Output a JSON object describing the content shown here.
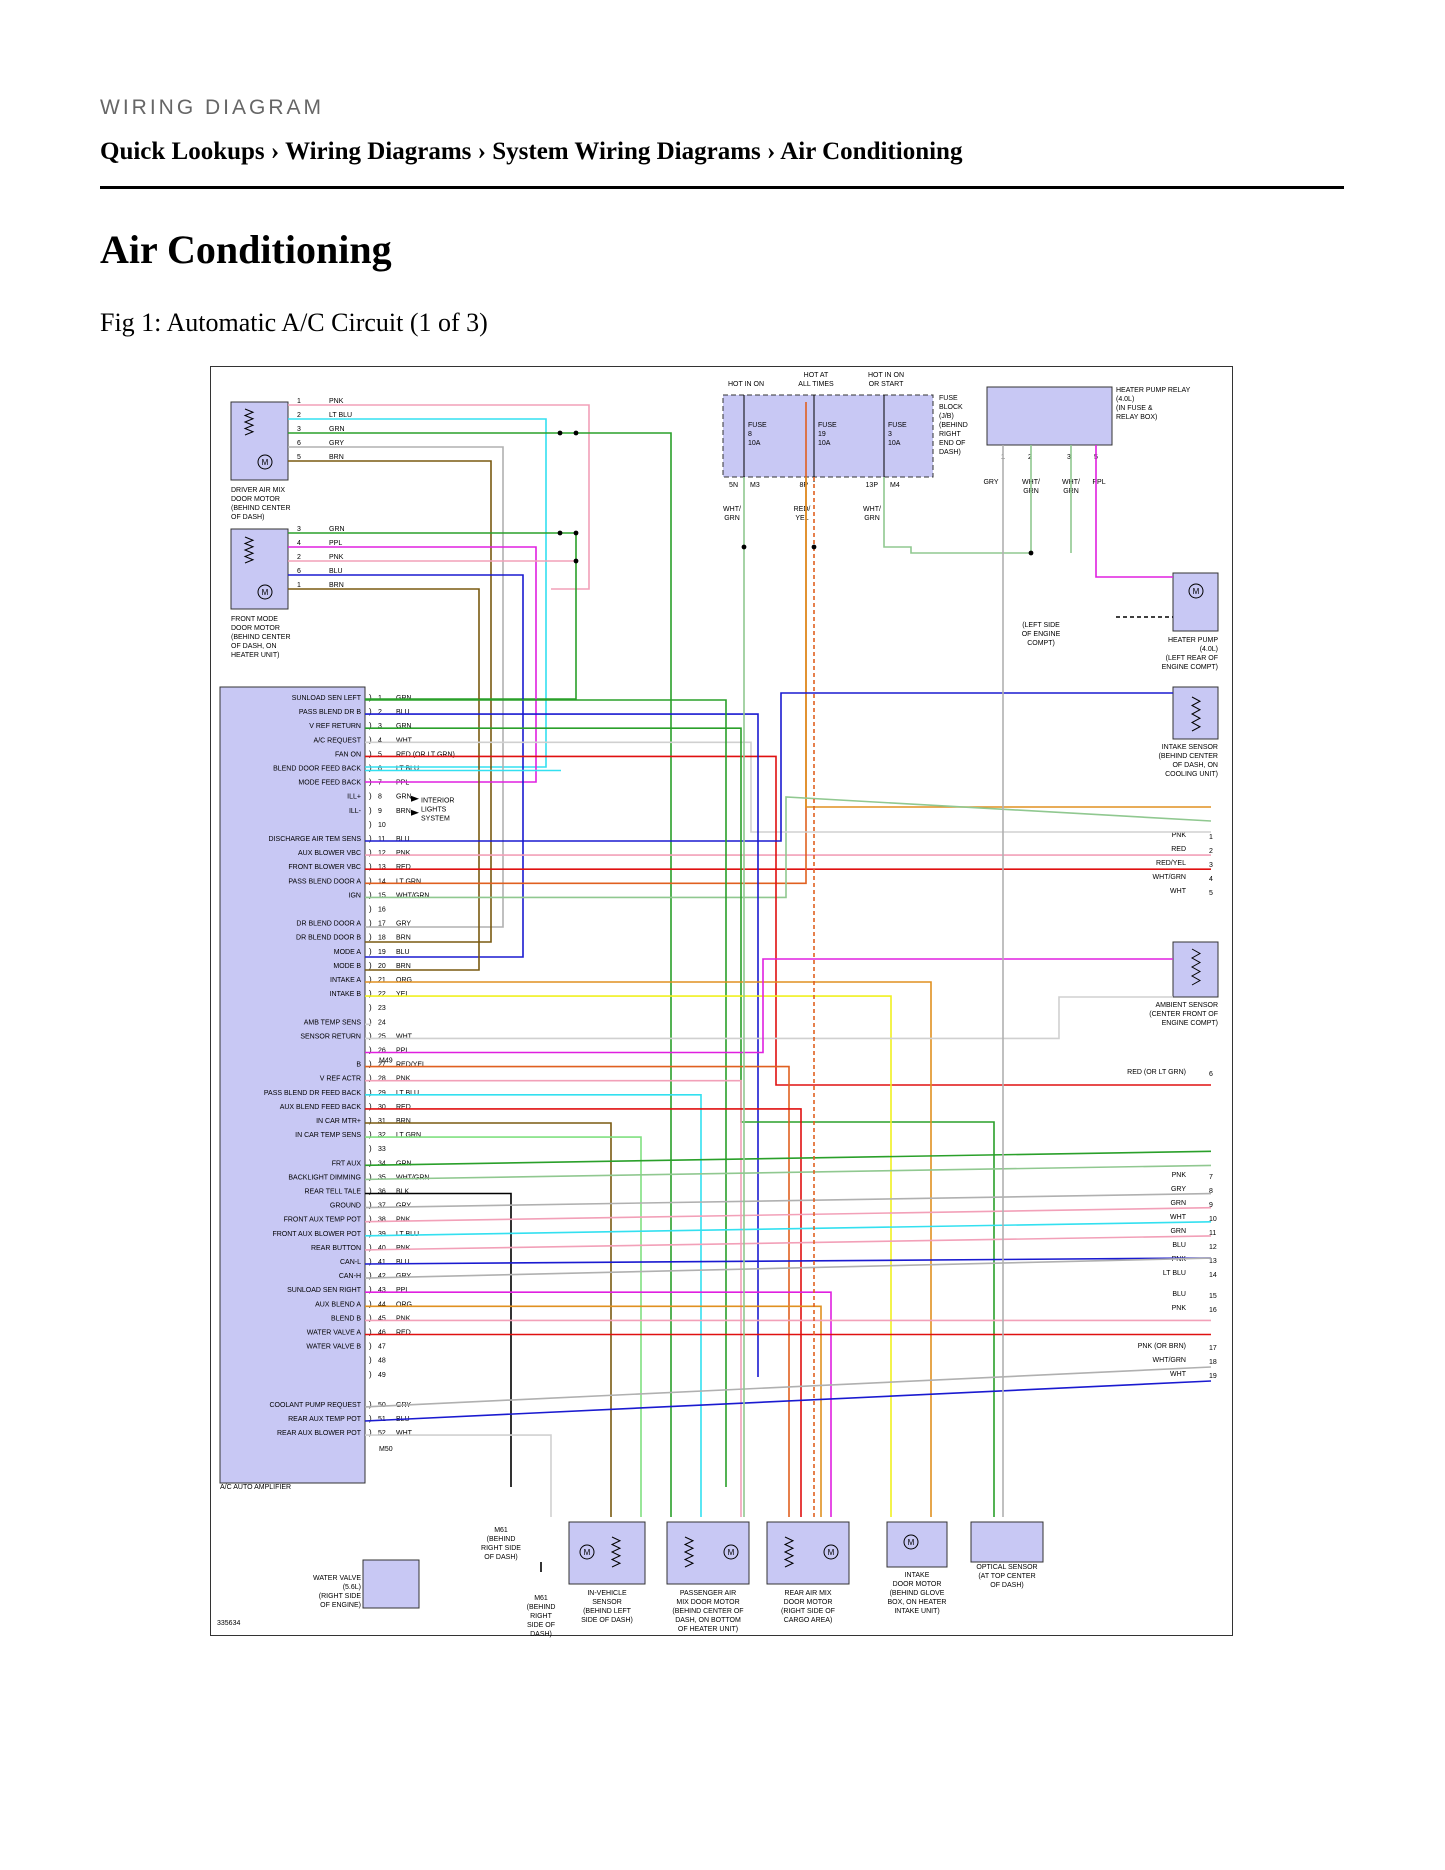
{
  "header": {
    "label": "WIRING DIAGRAM",
    "breadcrumb": [
      "Quick Lookups",
      "Wiring Diagrams",
      "System Wiring Diagrams",
      "Air Conditioning"
    ],
    "separator": "›"
  },
  "page_title": "Air Conditioning",
  "figure_caption": "Fig 1: Automatic A/C Circuit (1 of 3)",
  "diagram": {
    "figure_number": "335634",
    "components": {
      "driver_door": "DRIVER AIR MIX|DOOR MOTOR|(BEHIND CENTER|OF DASH)",
      "front_mode": "FRONT MODE|DOOR MOTOR|(BEHIND CENTER|OF DASH, ON|HEATER UNIT)",
      "fuse_block": "FUSE|BLOCK|(J/B)|(BEHIND|RIGHT|END OF|DASH)",
      "relay": "HEATER PUMP RELAY|(4.0L)|(IN FUSE &|RELAY BOX)",
      "heater_pump": "HEATER PUMP|(4.0L)|(LEFT REAR OF|ENGINE COMPT)",
      "intake_sensor": "INTAKE SENSOR|(BEHIND CENTER|OF DASH, ON|COOLING UNIT)",
      "ambient_sensor": "AMBIENT SENSOR|(CENTER FRONT OF|ENGINE COMPT)",
      "e9": "(LEFT SIDE|OF ENGINE|COMPT)",
      "amplifier": "A/C AUTO AMPLIFIER",
      "interior_lights": "INTERIOR|LIGHTS|SYSTEM",
      "m61_top": "M61|(BEHIND|RIGHT SIDE|OF DASH)",
      "m61_bottom": "M61|(BEHIND|RIGHT|SIDE OF|DASH)",
      "water_valve": "WATER VALVE|(5.6L)|(RIGHT SIDE|OF ENGINE)",
      "in_vehicle": "IN-VEHICLE|SENSOR|(BEHIND LEFT|SIDE OF DASH)",
      "pass_mix": "PASSENGER AIR|MIX DOOR MOTOR|(BEHIND CENTER OF|DASH, ON BOTTOM|OF HEATER UNIT)",
      "rear_mix": "REAR AIR MIX|DOOR MOTOR|(RIGHT SIDE OF|CARGO AREA)",
      "intake_door": "INTAKE|DOOR MOTOR|(BEHIND GLOVE|BOX, ON HEATER|INTAKE UNIT)",
      "optical": "OPTICAL SENSOR|(AT TOP CENTER|OF DASH)"
    },
    "fuse_headers": [
      "HOT IN ON",
      "HOT AT|ALL TIMES",
      "HOT IN ON|OR START"
    ],
    "fuses": [
      {
        "name": "FUSE|8|10A",
        "term": "5N",
        "conn": "M3",
        "wire": "WHT/|GRN"
      },
      {
        "name": "FUSE|19|10A",
        "term": "8P",
        "conn": "",
        "wire": "RED/|YEL"
      },
      {
        "name": "FUSE|3|10A",
        "term": "13P",
        "conn": "M4",
        "wire": "WHT/|GRN"
      }
    ],
    "amp_pins": [
      {
        "pin": "1",
        "label": "SUNLOAD SEN LEFT",
        "wire": "GRN"
      },
      {
        "pin": "2",
        "label": "PASS BLEND DR B",
        "wire": "BLU"
      },
      {
        "pin": "3",
        "label": "V REF RETURN",
        "wire": "GRN"
      },
      {
        "pin": "4",
        "label": "A/C REQUEST",
        "wire": "WHT"
      },
      {
        "pin": "5",
        "label": "FAN ON",
        "wire": "RED (OR LT GRN)"
      },
      {
        "pin": "6",
        "label": "BLEND DOOR FEED BACK",
        "wire": "LT BLU"
      },
      {
        "pin": "7",
        "label": "MODE FEED BACK",
        "wire": "PPL"
      },
      {
        "pin": "8",
        "label": "ILL+",
        "wire": "GRN"
      },
      {
        "pin": "9",
        "label": "ILL-",
        "wire": "BRN"
      },
      {
        "pin": "10",
        "label": "",
        "wire": ""
      },
      {
        "pin": "11",
        "label": "DISCHARGE AIR TEM SENS",
        "wire": "BLU"
      },
      {
        "pin": "12",
        "label": "AUX BLOWER VBC",
        "wire": "PNK"
      },
      {
        "pin": "13",
        "label": "FRONT BLOWER VBC",
        "wire": "RED"
      },
      {
        "pin": "14",
        "label": "PASS BLEND DOOR A",
        "wire": "LT GRN"
      },
      {
        "pin": "15",
        "label": "IGN",
        "wire": "WHT/GRN"
      },
      {
        "pin": "16",
        "label": "",
        "wire": ""
      },
      {
        "pin": "17",
        "label": "DR BLEND DOOR A",
        "wire": "GRY"
      },
      {
        "pin": "18",
        "label": "DR BLEND DOOR B",
        "wire": "BRN"
      },
      {
        "pin": "19",
        "label": "MODE A",
        "wire": "BLU"
      },
      {
        "pin": "20",
        "label": "MODE B",
        "wire": "BRN"
      },
      {
        "pin": "21",
        "label": "INTAKE A",
        "wire": "ORG"
      },
      {
        "pin": "22",
        "label": "INTAKE B",
        "wire": "YEL"
      },
      {
        "pin": "23",
        "label": "",
        "wire": ""
      },
      {
        "pin": "24",
        "label": "AMB TEMP SENS",
        "wire": ""
      },
      {
        "pin": "25",
        "label": "SENSOR RETURN",
        "wire": "WHT"
      },
      {
        "pin": "26",
        "label": "",
        "wire": "PPL"
      },
      {
        "pin": "27",
        "label": "B",
        "wire": "RED/YEL"
      },
      {
        "pin": "28",
        "label": "V REF ACTR",
        "wire": "PNK"
      },
      {
        "pin": "29",
        "label": "PASS BLEND DR FEED BACK",
        "wire": "LT BLU"
      },
      {
        "pin": "30",
        "label": "AUX BLEND FEED BACK",
        "wire": "RED"
      },
      {
        "pin": "31",
        "label": "IN CAR MTR+",
        "wire": "BRN"
      },
      {
        "pin": "32",
        "label": "IN CAR TEMP SENS",
        "wire": "LT GRN"
      },
      {
        "pin": "33",
        "label": "",
        "wire": ""
      },
      {
        "pin": "34",
        "label": "FRT AUX",
        "wire": "GRN"
      },
      {
        "pin": "35",
        "label": "BACKLIGHT DIMMING",
        "wire": "WHT/GRN"
      },
      {
        "pin": "36",
        "label": "REAR TELL TALE",
        "wire": "BLK"
      },
      {
        "pin": "37",
        "label": "GROUND",
        "wire": "GRY"
      },
      {
        "pin": "38",
        "label": "FRONT AUX TEMP POT",
        "wire": "PNK"
      },
      {
        "pin": "39",
        "label": "FRONT AUX BLOWER POT",
        "wire": "LT BLU"
      },
      {
        "pin": "40",
        "label": "REAR BUTTON",
        "wire": "PNK"
      },
      {
        "pin": "41",
        "label": "CAN-L",
        "wire": "BLU"
      },
      {
        "pin": "42",
        "label": "CAN-H",
        "wire": "GRY"
      },
      {
        "pin": "43",
        "label": "SUNLOAD SEN RIGHT",
        "wire": "PPL"
      },
      {
        "pin": "44",
        "label": "AUX BLEND A",
        "wire": "ORG"
      },
      {
        "pin": "45",
        "label": "BLEND B",
        "wire": "PNK"
      },
      {
        "pin": "46",
        "label": "WATER VALVE A",
        "wire": "RED"
      },
      {
        "pin": "47",
        "label": "WATER VALVE B",
        "wire": ""
      },
      {
        "pin": "48",
        "label": "",
        "wire": ""
      },
      {
        "pin": "49",
        "label": "",
        "wire": ""
      },
      {
        "pin": "50",
        "label": "COOLANT PUMP REQUEST",
        "wire": "GRY"
      },
      {
        "pin": "51",
        "label": "REAR AUX TEMP POT",
        "wire": "BLU"
      },
      {
        "pin": "52",
        "label": "REAR AUX BLOWER POT",
        "wire": "WHT"
      }
    ],
    "right_terminals": [
      {
        "n": "1",
        "wire": "PNK"
      },
      {
        "n": "2",
        "wire": "RED"
      },
      {
        "n": "3",
        "wire": "RED/YEL"
      },
      {
        "n": "4",
        "wire": "WHT/GRN"
      },
      {
        "n": "5",
        "wire": "WHT"
      },
      {
        "n": "6",
        "wire": "RED      (OR LT GRN)"
      },
      {
        "n": "7",
        "wire": "PNK"
      },
      {
        "n": "8",
        "wire": "GRY"
      },
      {
        "n": "9",
        "wire": "GRN"
      },
      {
        "n": "10",
        "wire": "WHT"
      },
      {
        "n": "11",
        "wire": "GRN"
      },
      {
        "n": "12",
        "wire": "BLU"
      },
      {
        "n": "13",
        "wire": "PNK"
      },
      {
        "n": "14",
        "wire": "LT BLU"
      },
      {
        "n": "15",
        "wire": "BLU"
      },
      {
        "n": "16",
        "wire": "PNK"
      },
      {
        "n": "17",
        "wire": "PNK    (OR BRN)"
      },
      {
        "n": "18",
        "wire": "WHT/GRN"
      },
      {
        "n": "19",
        "wire": "WHT"
      }
    ],
    "colors": {
      "PNK": "#f2a0b8",
      "LTBLU": "#33e0f0",
      "GRN": "#2aa02a",
      "GRY": "#b0b0b0",
      "BRN": "#7a5a10",
      "PPL": "#e020e0",
      "BLU": "#1a1ad0",
      "WHT": "#d0d0d0",
      "RED": "#e01010",
      "LTGRN": "#80e080",
      "ORG": "#e09020",
      "YEL": "#f0f020",
      "BLK": "#000000",
      "WHTGRN": "#90c890",
      "REDYEL": "#e06020",
      "component_fill": "#c8c8f4"
    }
  }
}
